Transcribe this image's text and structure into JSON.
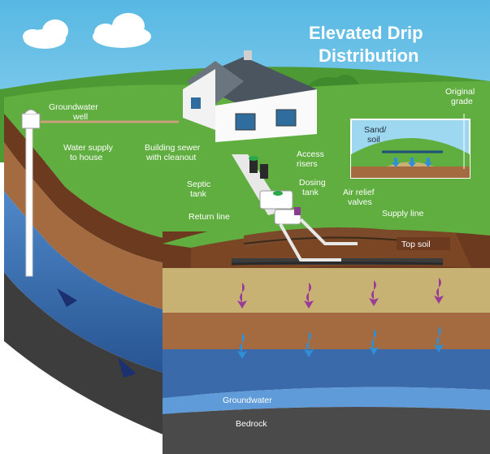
{
  "title": {
    "line1": "Elevated Drip",
    "line2": "Distribution"
  },
  "labels": {
    "groundwater_well_1": "Groundwater",
    "groundwater_well_2": "well",
    "water_supply_1": "Water supply",
    "water_supply_2": "to house",
    "building_sewer_1": "Building sewer",
    "building_sewer_2": "with cleanout",
    "access_risers_1": "Access",
    "access_risers_2": "risers",
    "septic_tank_1": "Septic",
    "septic_tank_2": "tank",
    "dosing_tank_1": "Dosing",
    "dosing_tank_2": "tank",
    "air_relief_1": "Air relief",
    "air_relief_2": "valves",
    "return_line": "Return line",
    "supply_line": "Supply line",
    "top_soil": "Top soil",
    "original_grade_1": "Original",
    "original_grade_2": "grade",
    "sand_soil_1": "Sand/",
    "sand_soil_2": "soil",
    "groundwater": "Groundwater",
    "bedrock": "Bedrock"
  },
  "colors": {
    "sky": "#5fbfe6",
    "grass": "#5fae3f",
    "topsoil": "#6b3a1f",
    "sand": "#c7b274",
    "brown_layer": "#a36b3f",
    "groundwater": "#3f73b8",
    "bedrock": "#4a4a4a",
    "arrow_purple": "#9a3c97",
    "arrow_blue": "#2f8fd8"
  }
}
